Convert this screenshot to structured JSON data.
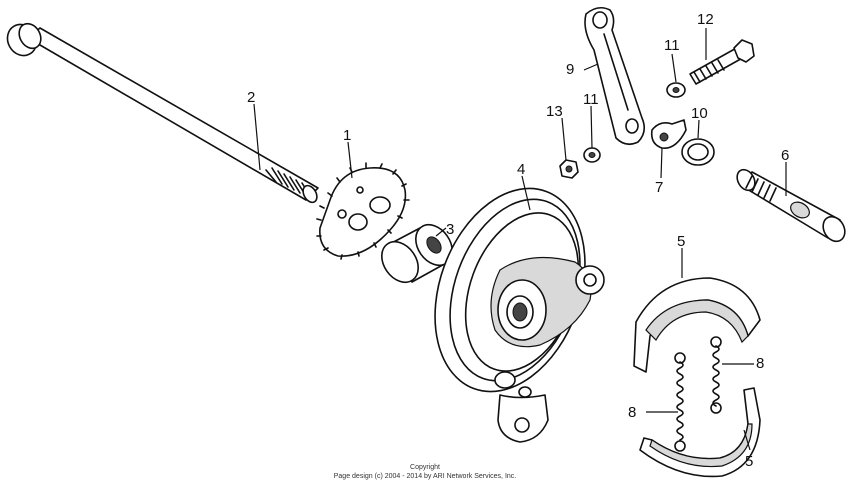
{
  "callouts": {
    "c1": "1",
    "c2": "2",
    "c3": "3",
    "c4": "4",
    "c5a": "5",
    "c5b": "5",
    "c6": "6",
    "c7": "7",
    "c8a": "8",
    "c8b": "8",
    "c9": "9",
    "c10": "10",
    "c11a": "11",
    "c11b": "11",
    "c12": "12",
    "c13": "13"
  },
  "footer": {
    "line1": "Copyright",
    "line2": "Page design (c) 2004 - 2014 by ARI Network Services, Inc."
  }
}
